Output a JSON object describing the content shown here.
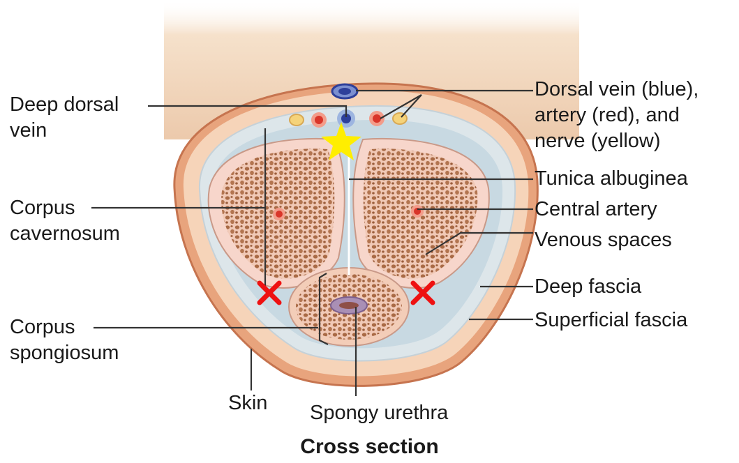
{
  "labels": {
    "deep_dorsal_vein": "Deep dorsal\nvein",
    "dorsal_bundle": "Dorsal vein (blue),\nartery (red), and\nnerve (yellow)",
    "tunica_albuginea": "Tunica albuginea",
    "corpus_cavernosum": "Corpus\ncavernosum",
    "central_artery": "Central artery",
    "venous_spaces": "Venous spaces",
    "deep_fascia": "Deep fascia",
    "superficial_fascia": "Superficial fascia",
    "corpus_spongiosum": "Corpus\nspongiosum",
    "skin": "Skin",
    "spongy_urethra": "Spongy urethra"
  },
  "caption": "Cross section",
  "markers": {
    "star_color": "#ffee00",
    "cross_color": "#ee1111"
  },
  "colors": {
    "skin": "#f4c7a5",
    "fascia": "#dde6ea",
    "tissue": "#f2c6b8",
    "spots": "#a96a45",
    "vein": "#2d3f9a",
    "artery": "#d9352a",
    "nerve": "#f5d37a"
  }
}
